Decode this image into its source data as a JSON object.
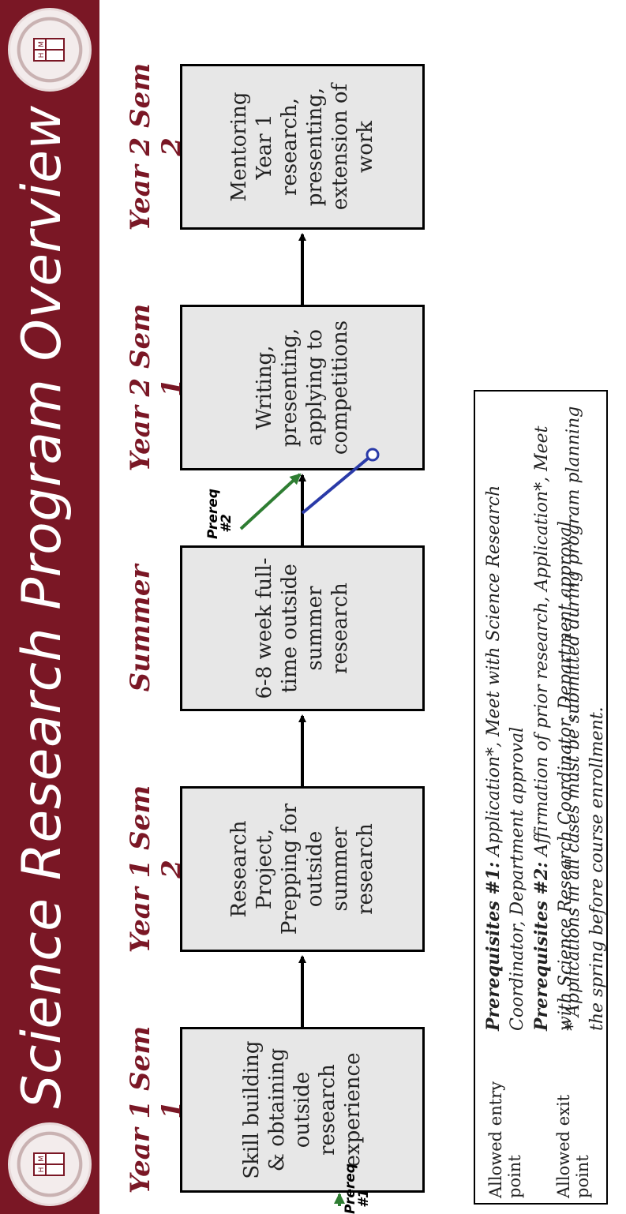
{
  "title": "Science Research Program Overview",
  "stages": [
    {
      "label": "Year 1 Sem 1",
      "description": "Skill building & obtaining outside research experience"
    },
    {
      "label": "Year 1 Sem 2",
      "description": "Research Project, Prepping for outside summer research"
    },
    {
      "label": "Summer",
      "description": "6-8 week full-time outside summer research"
    },
    {
      "label": "Year 2 Sem 1",
      "description": "Writing, presenting, applying to competitions"
    },
    {
      "label": "Year 2 Sem 2",
      "description": "Mentoring Year 1 research, presenting, extension of work"
    }
  ],
  "prereq_tags": {
    "p1": "Prereq #1",
    "p2": "Prereq #2"
  },
  "legend": {
    "entry_label": "Allowed entry point",
    "exit_label": "Allowed exit point",
    "prereq1_heading": "Prerequisites #1:",
    "prereq1_text": "Application*, Meet with Science Research Coordinator, Department approval",
    "prereq2_heading": "Prerequisites #2:",
    "prereq2_text": "Affirmation of prior research, Application*, Meet with Science Research Coordinator, Department approval",
    "note": "* Applications in all cases must be submitted during program planning the spring before course enrollment."
  },
  "colors": {
    "brand": "#7a1725",
    "entry": "#2e7d32",
    "exit": "#2a3aa8",
    "box": "#e7e7e7"
  },
  "icons": {
    "seal": "school-seal-icon",
    "entry": "green-arrow-icon",
    "exit": "blue-pin-icon"
  }
}
